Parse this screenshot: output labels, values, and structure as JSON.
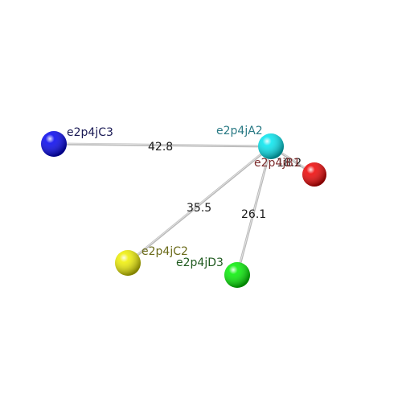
{
  "nodes": [
    {
      "id": "A2",
      "label": "e2p4jA2",
      "color": "#00e5ee",
      "label_color": "#2a7a85"
    },
    {
      "id": "C3",
      "label": "e2p4jC3",
      "color": "#0000ee",
      "label_color": "#1a1a55"
    },
    {
      "id": "B1",
      "label": "e2p4jB1",
      "color": "#ee0000",
      "label_color": "#7a2a2a"
    },
    {
      "id": "C2",
      "label": "e2p4jC2",
      "color": "#eeee00",
      "label_color": "#6b6b1a"
    },
    {
      "id": "D3",
      "label": "e2p4jD3",
      "color": "#00ee00",
      "label_color": "#1f5a1f"
    }
  ],
  "edges": [
    {
      "from": "A2",
      "to": "C3",
      "label": "42.8"
    },
    {
      "from": "A2",
      "to": "B1",
      "label": "18.2"
    },
    {
      "from": "A2",
      "to": "C2",
      "label": "35.5"
    },
    {
      "from": "A2",
      "to": "D3",
      "label": "26.1"
    }
  ]
}
